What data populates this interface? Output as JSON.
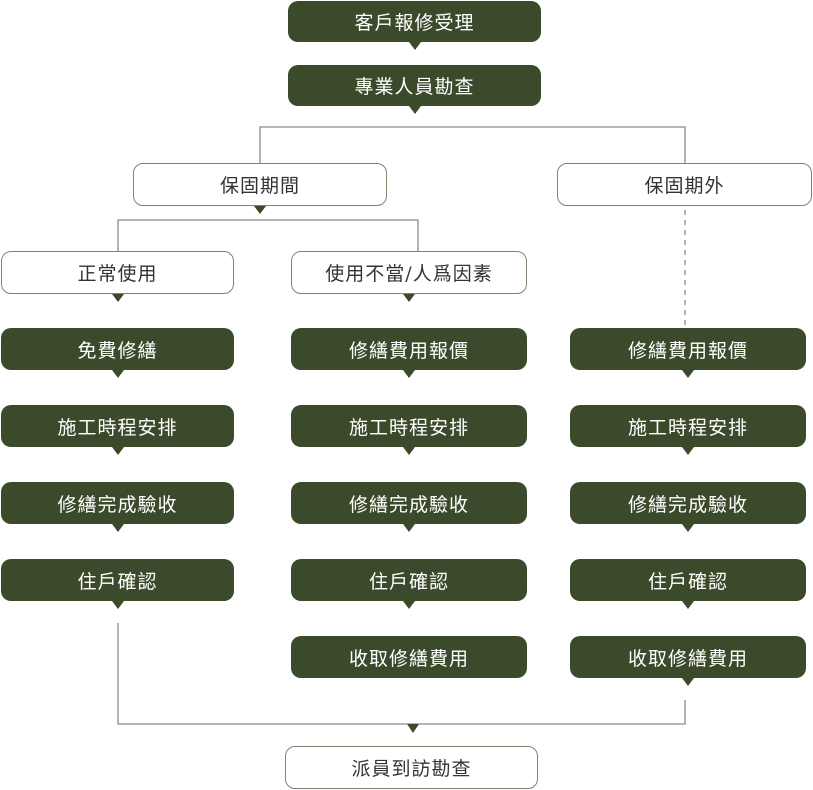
{
  "colors": {
    "dark": "#3b4a2b",
    "line": "#7d8670"
  },
  "top": [
    "客戶報修受理",
    "專業人員勘查"
  ],
  "branches": {
    "in_warranty": "保固期間",
    "out_warranty": "保固期外"
  },
  "sub_branches": {
    "normal_use": "正常使用",
    "misuse": "使用不當/人爲因素"
  },
  "columns": {
    "normal": [
      "免費修繕",
      "施工時程安排",
      "修繕完成驗收",
      "住戶確認"
    ],
    "misuse": [
      "修繕費用報價",
      "施工時程安排",
      "修繕完成驗收",
      "住戶確認",
      "收取修繕費用"
    ],
    "out": [
      "修繕費用報價",
      "施工時程安排",
      "修繕完成驗收",
      "住戶確認",
      "收取修繕費用"
    ]
  },
  "final": "派員到訪勘查"
}
